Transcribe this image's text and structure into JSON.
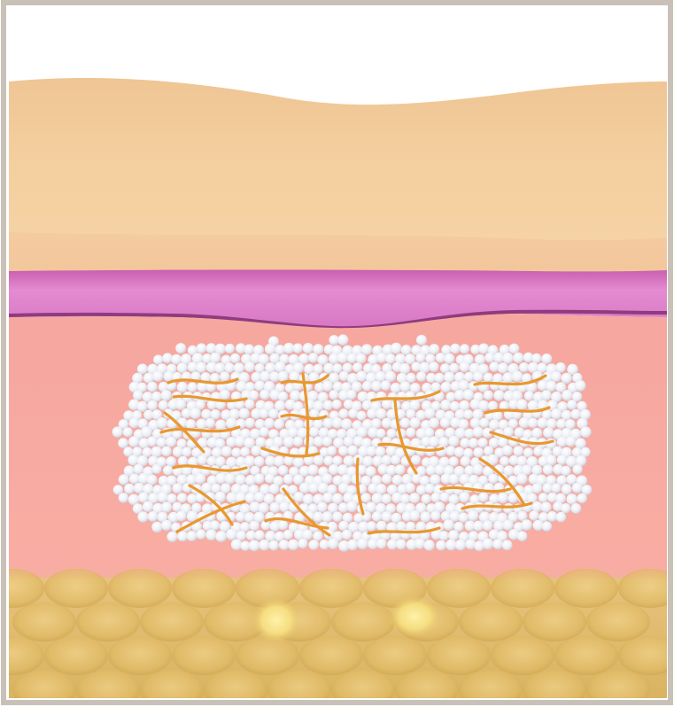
{
  "diagram": {
    "layers": [
      {
        "id": "surface-gap",
        "color": "#ffffff"
      },
      {
        "id": "epidermis",
        "color": "#f3cc9a"
      },
      {
        "id": "basement-membrane",
        "color": "#d97cc0"
      },
      {
        "id": "dermis",
        "color": "#f7a9a0"
      },
      {
        "id": "collagen-matrix",
        "color": "#f0f2f5"
      },
      {
        "id": "subcutaneous-fat",
        "color": "#e2bd6a"
      }
    ],
    "colors": {
      "frame": "#c9c1b8",
      "fiber": "#e8982e",
      "membrane_line": "#8e3c7e"
    }
  }
}
